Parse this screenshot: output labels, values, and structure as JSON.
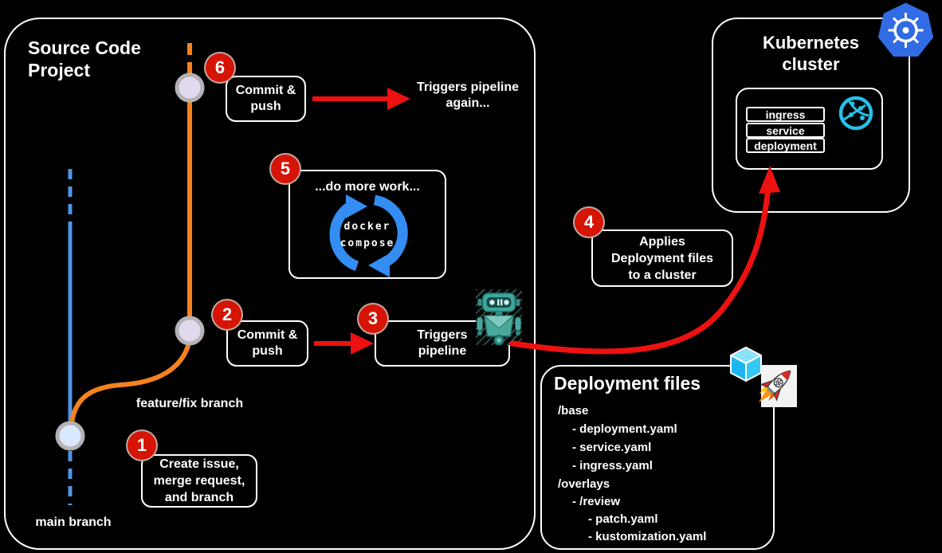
{
  "source_project": {
    "title_lines": [
      "Source Code",
      "Project"
    ],
    "main_branch_label": "main branch",
    "feature_branch_label": "feature/fix branch"
  },
  "steps": {
    "step1": {
      "number": "1",
      "lines": [
        "Create issue,",
        "merge request,",
        "and branch"
      ]
    },
    "step2": {
      "number": "2",
      "lines": [
        "Commit &",
        "push"
      ]
    },
    "step3": {
      "number": "3",
      "lines": [
        "Triggers",
        "pipeline"
      ]
    },
    "step4": {
      "number": "4",
      "lines": [
        "Applies",
        "Deployment files",
        "to a cluster"
      ]
    },
    "step5": {
      "number": "5",
      "title": "...do more work...",
      "icon_caption_lines": [
        "docker",
        "compose"
      ]
    },
    "step6": {
      "number": "6",
      "lines": [
        "Commit &",
        "push"
      ]
    }
  },
  "annotations": {
    "pipeline_again_lines": [
      "Triggers pipeline",
      "again..."
    ]
  },
  "kubernetes_cluster": {
    "title_lines": [
      "Kubernetes",
      "cluster"
    ],
    "resources": [
      "ingress",
      "service",
      "deployment"
    ]
  },
  "deployment_files": {
    "title": "Deployment files",
    "tree": [
      "/base",
      "- deployment.yaml",
      "- service.yaml",
      "- ingress.yaml",
      "/overlays",
      "- /review",
      "- patch.yaml",
      "- kustomization.yaml"
    ]
  },
  "icons": {
    "kubernetes_logo": "kubernetes-helm-wheel",
    "globe": "network-globe",
    "robot": "ci-pipeline-robot",
    "cube": "kustomize-cube",
    "rocket": "rocket",
    "loop": "sync-loop-arrows"
  },
  "colors": {
    "background": "#000000",
    "step_red": "#d51405",
    "arrow_red": "#ee1111",
    "feature_branch_orange": "#f58220",
    "main_branch_blue": "#5095e5",
    "loop_blue": "#338df2",
    "kubernetes_blue": "#326ce5",
    "cyan": "#29c3f2"
  }
}
